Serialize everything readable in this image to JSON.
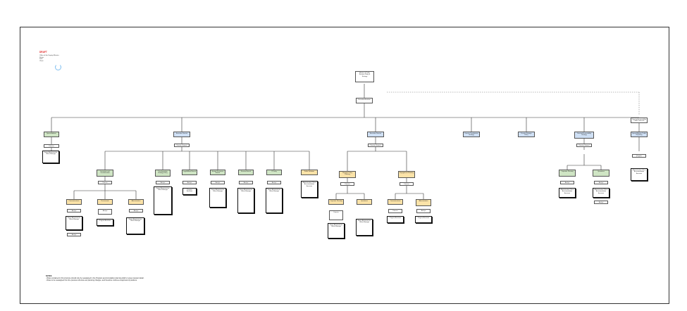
{
  "header": {
    "title": "DRAFT",
    "lines": [
      "Office of the Deputy Minister",
      "Status",
      "Date",
      "Chart"
    ]
  },
  "nodes": {
    "top": "Minister of Public Services Policy & Strategy",
    "admin": "Executive Assistant",
    "side_top": "Director Accountability Public Protection",
    "side_sub": "Special Advisor Public Reporting",
    "side_box": "Program Assistant",
    "side_box2": "Administrative Officer Accommodation Assistant",
    "b1": "Special Advisor",
    "b1_sub": "Director",
    "b1_box": "Senior Administrative Officer Manager",
    "b2": "Executive Director",
    "b2_sub": "Director General",
    "b3": "Executive Director",
    "b3_sub": "Director General",
    "b4": "Director Coordination Strategy",
    "b5": "Director Strategic Policy",
    "b6": "Director Accountability Strategy",
    "b6_sub": "Director General",
    "c1": "Innovation and Transformation",
    "c1_sub": "Director",
    "c2": "Transformation Strategy Policy",
    "c3": "Legal Affairs Branch",
    "c4": "Human Resources Branch",
    "c5": "Finance Branch",
    "c6": "IT Policy",
    "c7": "Public Relations",
    "d1": "Strategic Policy Planning",
    "d2": "Engagement Planning",
    "d1_sub": "Director",
    "d2_sub": "Director",
    "e1": "Corporate Planning",
    "e2": "Operations",
    "e1_sub": "Director",
    "e2_sub": "Director",
    "f1": "Communications",
    "f2": "Procurement",
    "f3": "Administration",
    "g1": "Analyst",
    "g2": "Analyst",
    "g3": "Analyst",
    "g4": "Analyst"
  },
  "notes": {
    "title": "NOTES:",
    "lines": [
      "- Roles contained in this structure should only be reassigned in the Program accommodation planning draft to review relevant detail.",
      "- Roles to be reassigned from the previous structure are planning changes, and therefore continue at approval of positions."
    ]
  },
  "colors": {
    "green": "#cfe5c4",
    "blue": "#cfe0f5",
    "yellow": "#fbe3a8",
    "title_red": "#e02020"
  }
}
